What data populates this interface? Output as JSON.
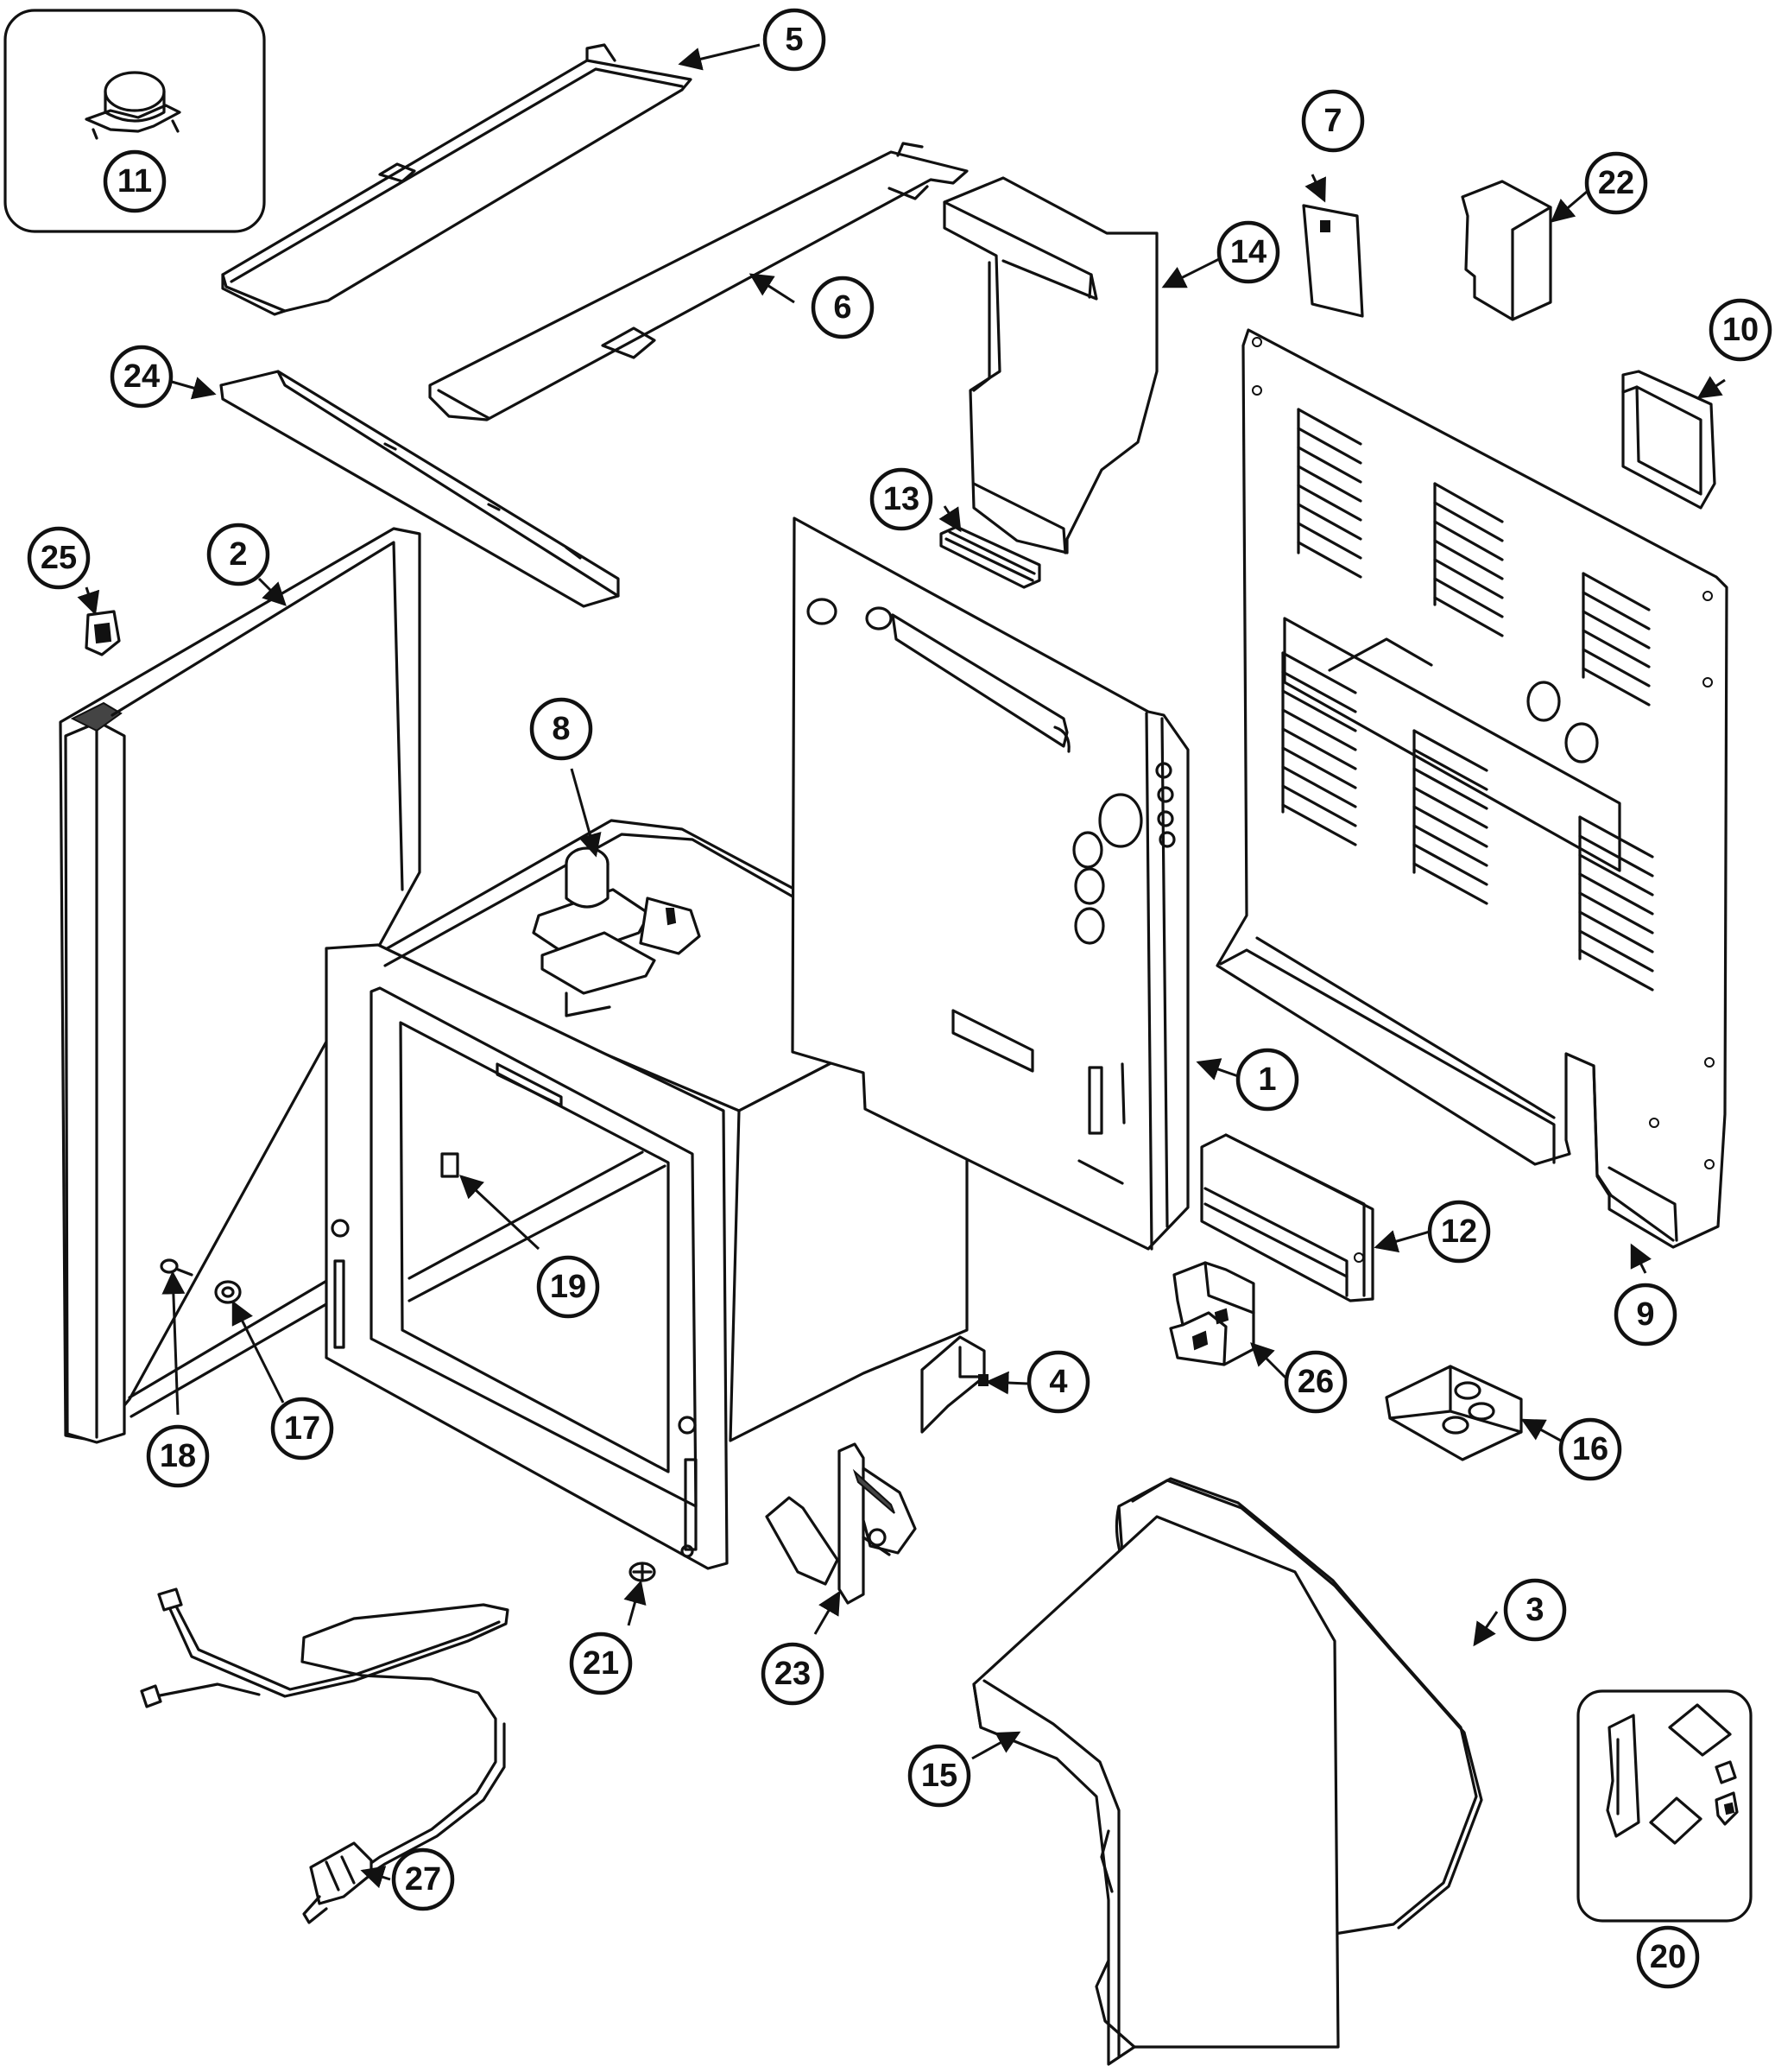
{
  "callouts": {
    "n1": "1",
    "n2": "2",
    "n3": "3",
    "n4": "4",
    "n5": "5",
    "n6": "6",
    "n7": "7",
    "n8": "8",
    "n9": "9",
    "n10": "10",
    "n11": "11",
    "n12": "12",
    "n13": "13",
    "n14": "14",
    "n15": "15",
    "n16": "16",
    "n17": "17",
    "n18": "18",
    "n19": "19",
    "n20": "20",
    "n21": "21",
    "n22": "22",
    "n23": "23",
    "n24": "24",
    "n25": "25",
    "n26": "26",
    "n27": "27"
  },
  "icons": {
    "arrowhead": "leader-arrow-icon",
    "inset_box": "inset-frame"
  },
  "colors": {
    "line": "#111111",
    "background": "#ffffff"
  }
}
